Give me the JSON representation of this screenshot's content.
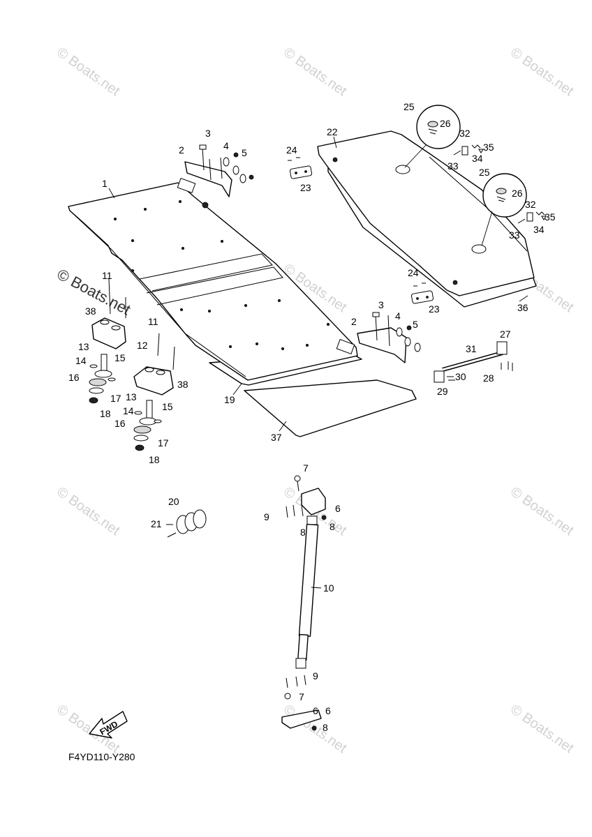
{
  "watermark": "© Boats.net",
  "diagram_code": "F4YD110-Y280",
  "fwd_label": "FWD",
  "part_numbers": [
    "1",
    "2",
    "3",
    "4",
    "5",
    "6",
    "7",
    "8",
    "9",
    "10",
    "11",
    "12",
    "13",
    "14",
    "15",
    "16",
    "17",
    "18",
    "19",
    "20",
    "21",
    "22",
    "23",
    "24",
    "25",
    "26",
    "27",
    "28",
    "29",
    "30",
    "31",
    "32",
    "33",
    "34",
    "35",
    "36",
    "37",
    "38"
  ]
}
